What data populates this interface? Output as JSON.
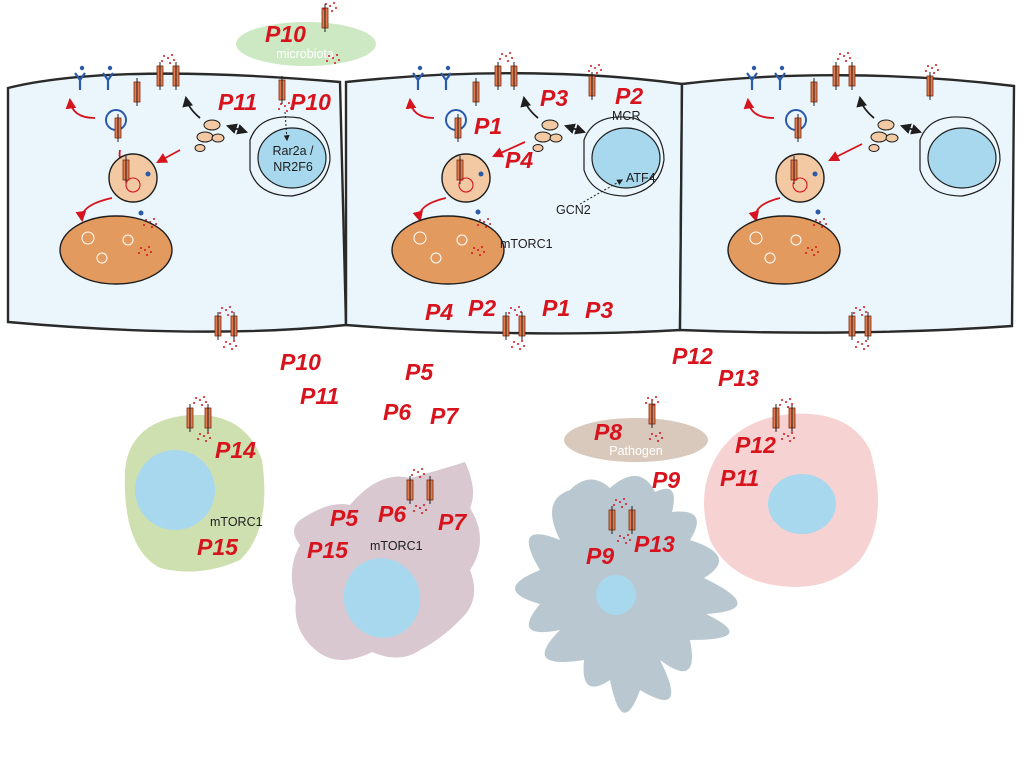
{
  "colors": {
    "label_red": "#d7141d",
    "epithelium_fill": "#eaf6fc",
    "nucleus_blue": "#a7d8ee",
    "lysosome_orange": "#e39a5e",
    "endosome_peach": "#f3c9a3",
    "receptor_blue": "#2a5aa8",
    "transporter_orange": "#e27a4e",
    "microbiota_green": "#cde9c3",
    "pathogen_tan": "#d9c9bd",
    "tcell_green": "#cfe0b0",
    "macrophage_mauve": "#d9c8d0",
    "dendritic_grey": "#b9c8d0",
    "plasma_pink": "#f7d2d3"
  },
  "ovals": {
    "microbiota": "microbiota",
    "pathogen": "Pathogen"
  },
  "cell1": {
    "nucleus_label_1": "Rar2a /",
    "nucleus_label_2": "NR2F6",
    "labels": [
      "P11",
      "P10"
    ]
  },
  "cell2": {
    "mcr": "MCR",
    "atf4": "ATF4",
    "gcn2": "GCN2",
    "mtorc1": "mTORC1",
    "labels": [
      "P3",
      "P2",
      "P1",
      "P4"
    ]
  },
  "top_oval_label": "P10",
  "basolateral_labels": [
    "P4",
    "P2",
    "P1",
    "P3"
  ],
  "interstitial_labels": [
    "P10",
    "P11",
    "P5",
    "P6",
    "P7",
    "P12",
    "P13",
    "P9"
  ],
  "pathogen_label": "P8",
  "tcell": {
    "labels": [
      "P14",
      "P15"
    ],
    "mtorc1": "mTORC1"
  },
  "macrophage": {
    "labels": [
      "P5",
      "P6",
      "P7",
      "P15"
    ],
    "mtorc1": "mTORC1"
  },
  "dendritic": {
    "labels": [
      "P9",
      "P13"
    ]
  },
  "plasma": {
    "labels": [
      "P12",
      "P11"
    ]
  }
}
